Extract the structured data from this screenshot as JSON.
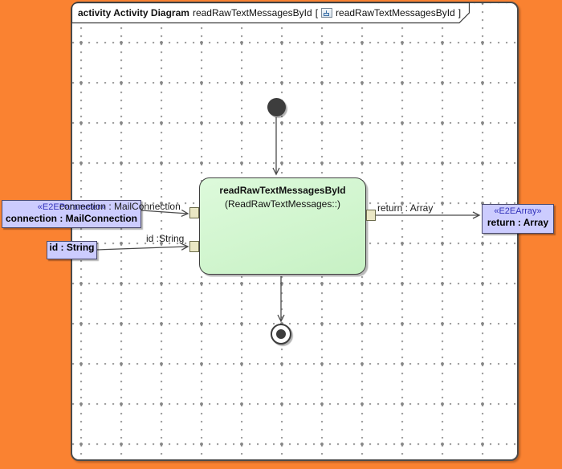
{
  "diagram": {
    "frame_title": {
      "keyword": "activity Activity Diagram",
      "name": "readRawTextMessagesById",
      "open_bracket": "[",
      "ref_name": "readRawTextMessagesById",
      "close_bracket": "]"
    },
    "action_node": {
      "name": "readRawTextMessagesById",
      "behavior": "(ReadRawTextMessages::)"
    },
    "nodes": {
      "connection_param": {
        "stereotype": "«E2EParameter»",
        "label": "connection : MailConnection"
      },
      "id_param": {
        "label": "id : String"
      },
      "return_param": {
        "stereotype": "«E2EArray»",
        "label": "return : Array"
      }
    },
    "edge_labels": {
      "connection": "connection : MailConnection",
      "id": "id :String",
      "return": "return : Array"
    },
    "icons": {
      "title_icon": "activity-diagram-icon"
    }
  },
  "colors": {
    "background": "#FA8231",
    "canvas": "#FFFFFF",
    "grid_dot": "#9E9E9E",
    "action_fill": "#CCF2C8",
    "param_fill": "#CCCCFE",
    "pin_fill": "#EAE7C4",
    "stereotype_text": "#3333BB",
    "node_fill_initial_final": "#3D3D3D",
    "line": "#4A4A4A"
  }
}
